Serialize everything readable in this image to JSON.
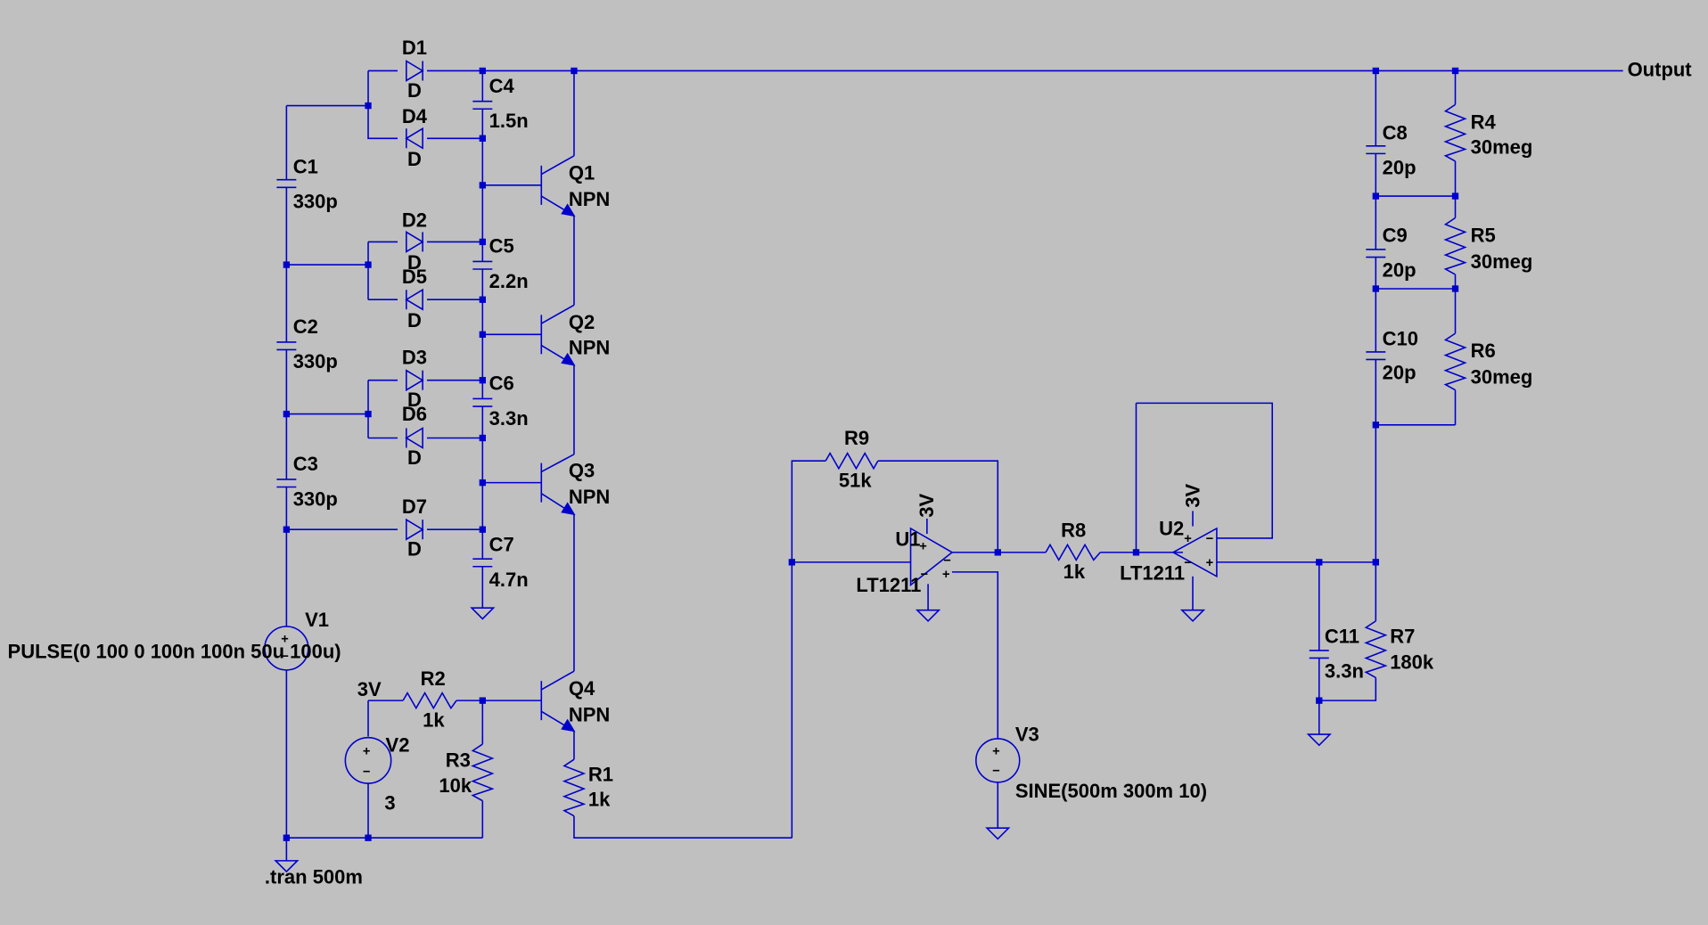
{
  "labels": {
    "output": "Output",
    "d1": "D1",
    "d1_model": "D",
    "d4": "D4",
    "d4_model": "D",
    "d2": "D2",
    "d2_model": "D",
    "d5": "D5",
    "d5_model": "D",
    "d3": "D3",
    "d3_model": "D",
    "d6": "D6",
    "d6_model": "D",
    "d7": "D7",
    "d7_model": "D",
    "c1": "C1",
    "c1_val": "330p",
    "c2": "C2",
    "c2_val": "330p",
    "c3": "C3",
    "c3_val": "330p",
    "c4": "C4",
    "c4_val": "1.5n",
    "c5": "C5",
    "c5_val": "2.2n",
    "c6": "C6",
    "c6_val": "3.3n",
    "c7": "C7",
    "c7_val": "4.7n",
    "c8": "C8",
    "c8_val": "20p",
    "c9": "C9",
    "c9_val": "20p",
    "c10": "C10",
    "c10_val": "20p",
    "c11": "C11",
    "c11_val": "3.3n",
    "q1": "Q1",
    "q1_model": "NPN",
    "q2": "Q2",
    "q2_model": "NPN",
    "q3": "Q3",
    "q3_model": "NPN",
    "q4": "Q4",
    "q4_model": "NPN",
    "r1": "R1",
    "r1_val": "1k",
    "r2": "R2",
    "r2_val": "1k",
    "r3": "R3",
    "r3_val": "10k",
    "r4": "R4",
    "r4_val": "30meg",
    "r5": "R5",
    "r5_val": "30meg",
    "r6": "R6",
    "r6_val": "30meg",
    "r7": "R7",
    "r7_val": "180k",
    "r8": "R8",
    "r8_val": "1k",
    "r9": "R9",
    "r9_val": "51k",
    "u1": "U1",
    "u1_model": "LT1211",
    "u1_supply": "3V",
    "u2": "U2",
    "u2_model": "LT1211",
    "u2_supply": "3V",
    "v1": "V1",
    "v1_val": "PULSE(0 100 0 100n 100n 50u 100u)",
    "v2": "V2",
    "v2_val": "3",
    "v2_net": "3V",
    "v3": "V3",
    "v3_val": "SINE(500m 300m 10)",
    "directive": ".tran 500m"
  },
  "colors": {
    "background": "#c0c0c0",
    "wire": "#0000cc",
    "text": "#000000"
  }
}
